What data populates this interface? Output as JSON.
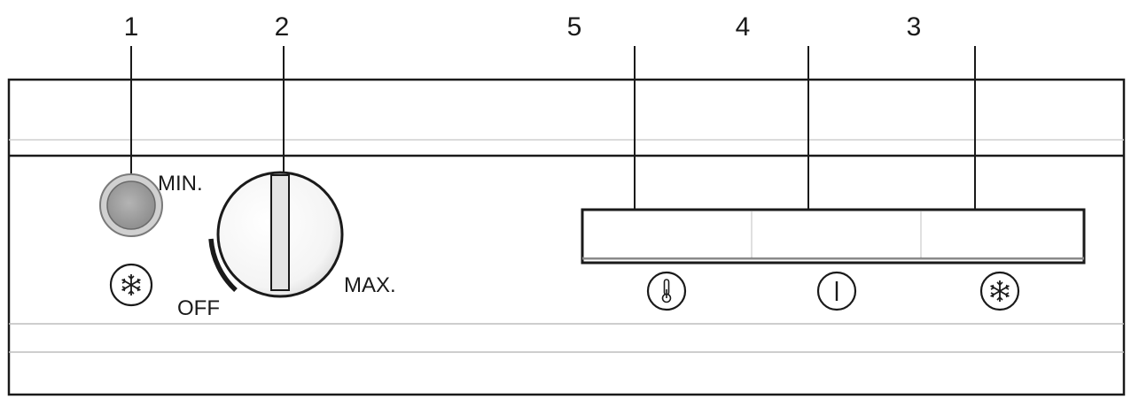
{
  "callouts": [
    "1",
    "2",
    "5",
    "4",
    "3"
  ],
  "labels": {
    "min": "MIN.",
    "max": "MAX.",
    "off": "OFF"
  },
  "icons": {
    "freeze_left": "snowflake-icon",
    "thermometer": "thermometer-icon",
    "power": "power-icon",
    "freeze_right": "snowflake-icon"
  },
  "colors": {
    "line": "#1a1a1a",
    "indicator_light": "#9a9a9a",
    "panel_bg": "#ffffff"
  }
}
